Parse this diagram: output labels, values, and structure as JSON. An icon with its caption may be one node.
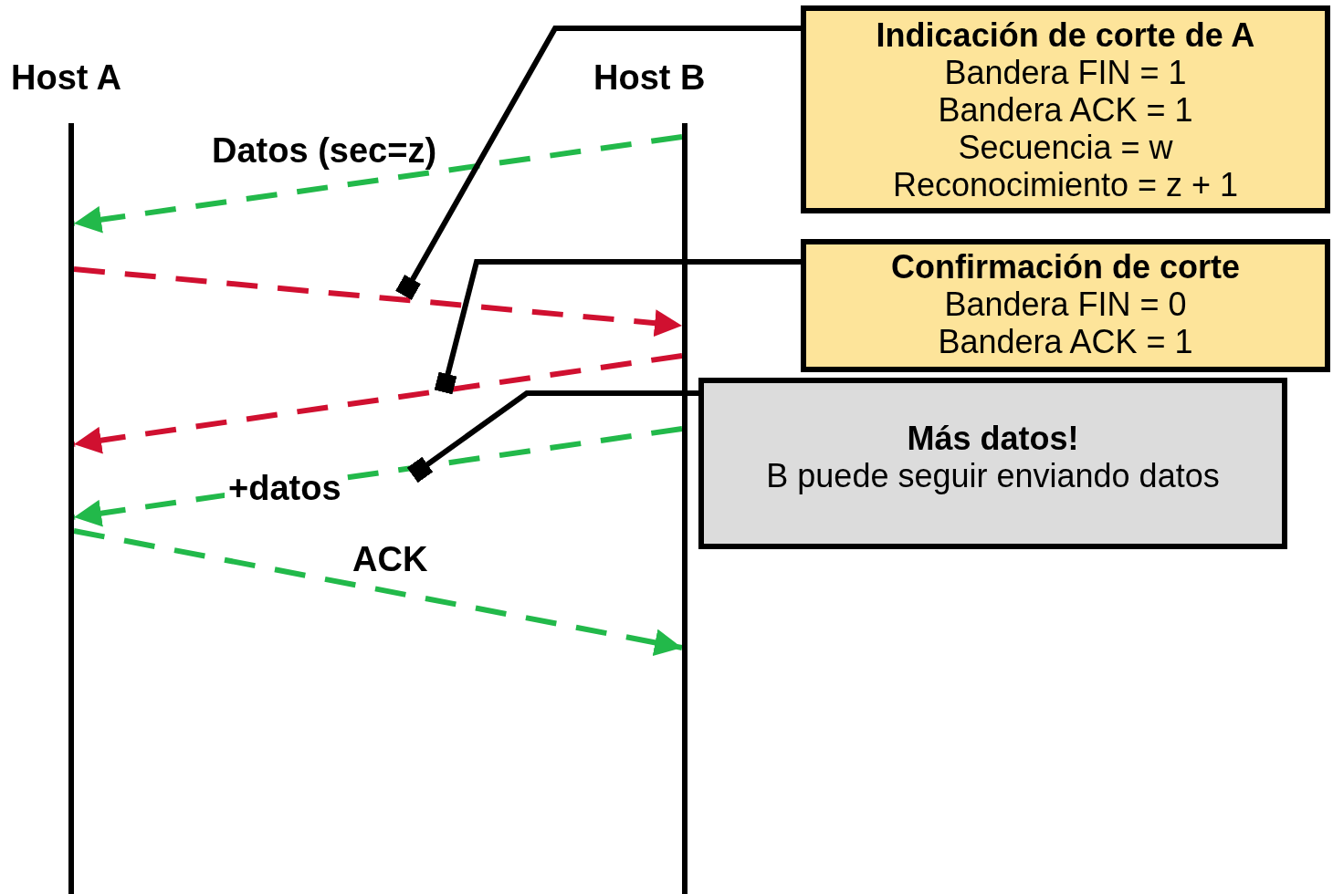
{
  "diagram": {
    "nodes": [
      {
        "text": [],
        "shape": "bar",
        "beside": [
          "Host A"
        ]
      },
      {
        "text": [],
        "shape": "bar",
        "beside": [
          "Host B"
        ]
      },
      {
        "text": [
          "Indicación de corte de A",
          "Bandera FIN = 1",
          "Bandera ACK = 1",
          "Secuencia = w",
          "Reconocimiento = z + 1"
        ]
      },
      {
        "text": [
          "Confirmación de corte",
          "Bandera FIN = 0",
          "Bandera ACK = 1"
        ]
      },
      {
        "text": [
          "Más datos!",
          "B puede seguir enviando datos"
        ]
      }
    ],
    "edges": [
      {
        "from": 1,
        "to": 0,
        "arrow": "to",
        "label": "Datos (sec=z)",
        "style": "dashed",
        "color": "#22b94a"
      },
      {
        "from": 0,
        "to": 1,
        "arrow": "to",
        "style": "dashed",
        "color": "#d01030"
      },
      {
        "from": 1,
        "to": 0,
        "arrow": "to",
        "style": "dashed",
        "color": "#d01030"
      },
      {
        "from": 1,
        "to": 0,
        "arrow": "to",
        "label": "+datos",
        "style": "dashed",
        "color": "#22b94a"
      },
      {
        "from": 0,
        "to": 1,
        "arrow": "to",
        "label": "ACK",
        "style": "dashed",
        "color": "#22b94a"
      },
      {
        "from": 2,
        "to": null,
        "arrow": "other",
        "color": "#000000"
      },
      {
        "from": 3,
        "to": null,
        "arrow": "other",
        "color": "#000000"
      },
      {
        "from": 4,
        "to": null,
        "arrow": "other",
        "color": "#000000"
      }
    ]
  }
}
